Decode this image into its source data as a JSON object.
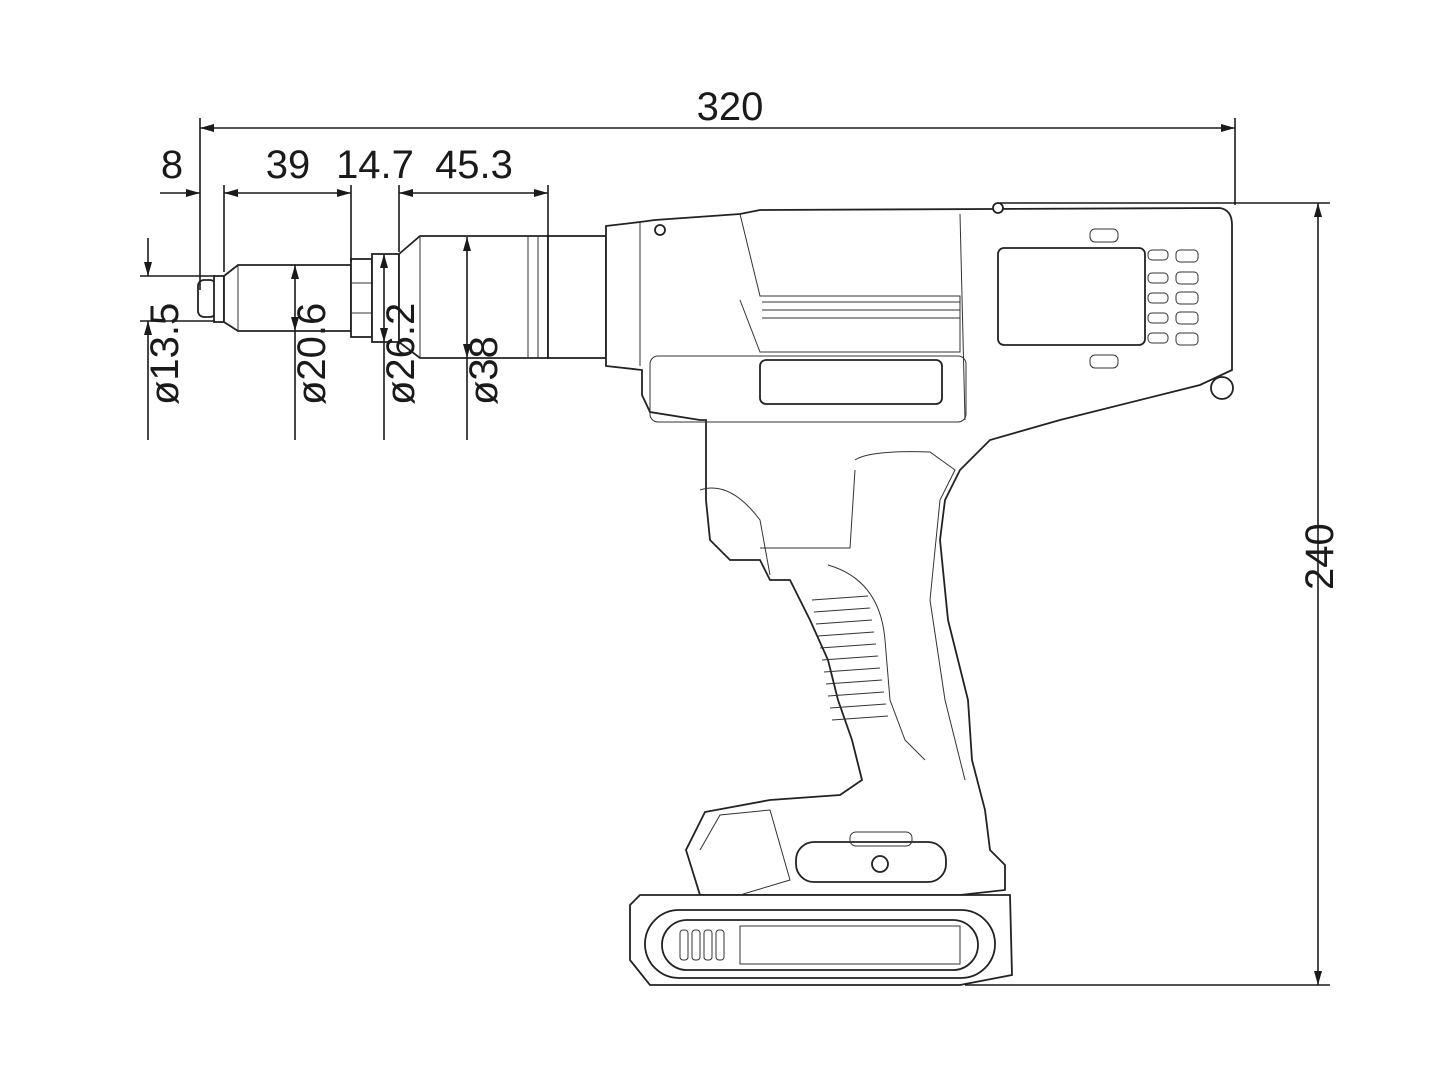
{
  "drawing": {
    "units": "mm",
    "overall_length": "320",
    "overall_height": "240",
    "lengths": [
      "8",
      "39",
      "14.7",
      "45.3"
    ],
    "diameters": [
      "ø13.5",
      "ø20.6",
      "ø26.2",
      "ø38"
    ]
  }
}
